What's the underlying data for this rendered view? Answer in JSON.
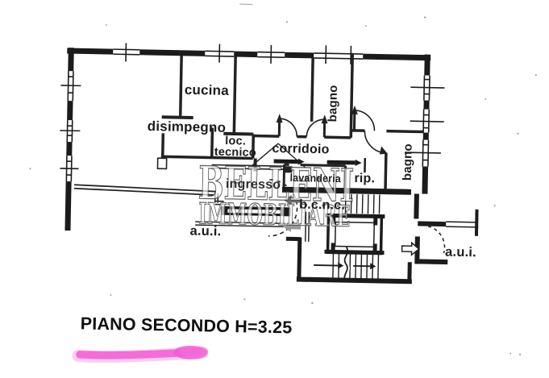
{
  "page": {
    "title": "PIANO SECONDO H=3.25"
  },
  "watermark": {
    "line1": "BELLENI",
    "line2": "IMMOBILIARE"
  },
  "rooms": {
    "cucina": "cucina",
    "disimpegno": "disimpegno",
    "loc_tecnico_line1": "loc.",
    "loc_tecnico_line2": "tecnico",
    "bagno_top": "bagno",
    "corridoio": "corridoio",
    "lavanderia": "lavanderia",
    "ripostiglio": "rip.",
    "bagno_right": "bagno",
    "ingresso": "ingresso",
    "bcnc": "b.c.n.c."
  },
  "annotations": {
    "aui_left": "a.u.i.",
    "aui_right": "a.u.i."
  },
  "colors": {
    "ink": "#1e1e1e",
    "watermark_outline": "#474747",
    "highlight": "#f256d2",
    "paper": "#ffffff"
  }
}
